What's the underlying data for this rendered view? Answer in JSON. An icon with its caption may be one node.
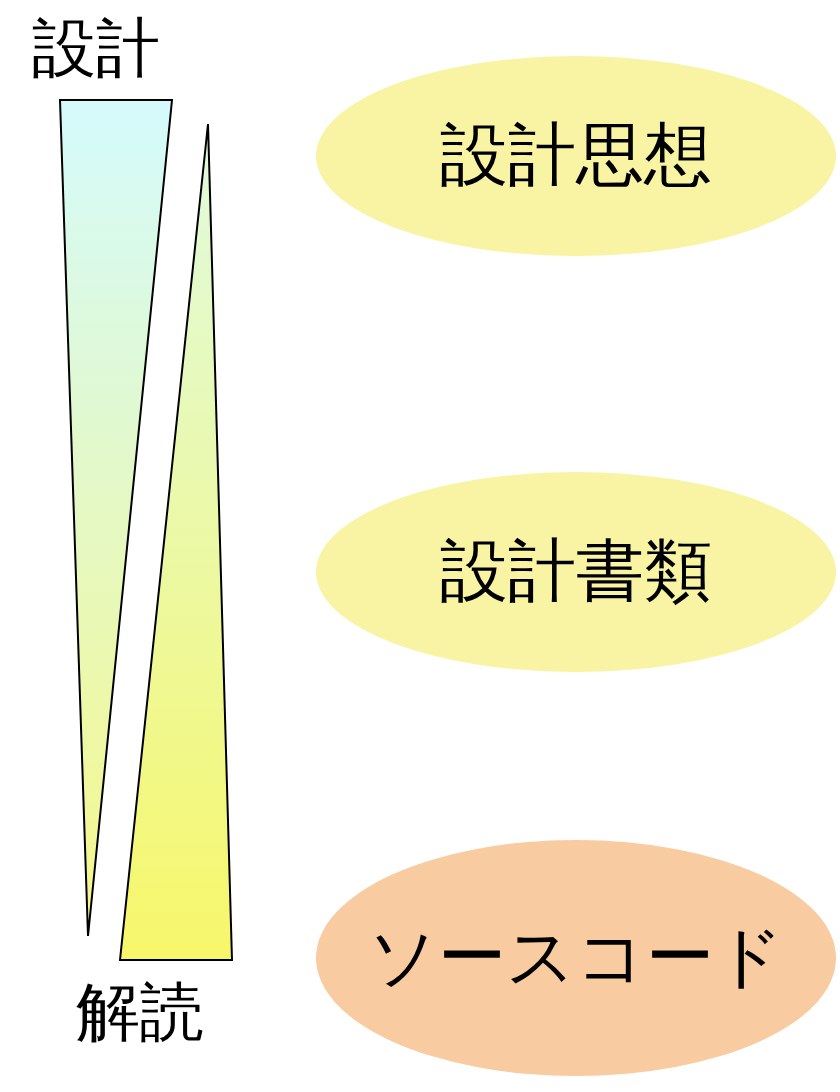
{
  "diagram": {
    "nodes": [
      {
        "text": [
          "設計思想"
        ]
      },
      {
        "text": [
          "設計書類"
        ]
      },
      {
        "text": [
          "ソースコード"
        ]
      }
    ],
    "labels": [
      "設計",
      "解読"
    ]
  }
}
